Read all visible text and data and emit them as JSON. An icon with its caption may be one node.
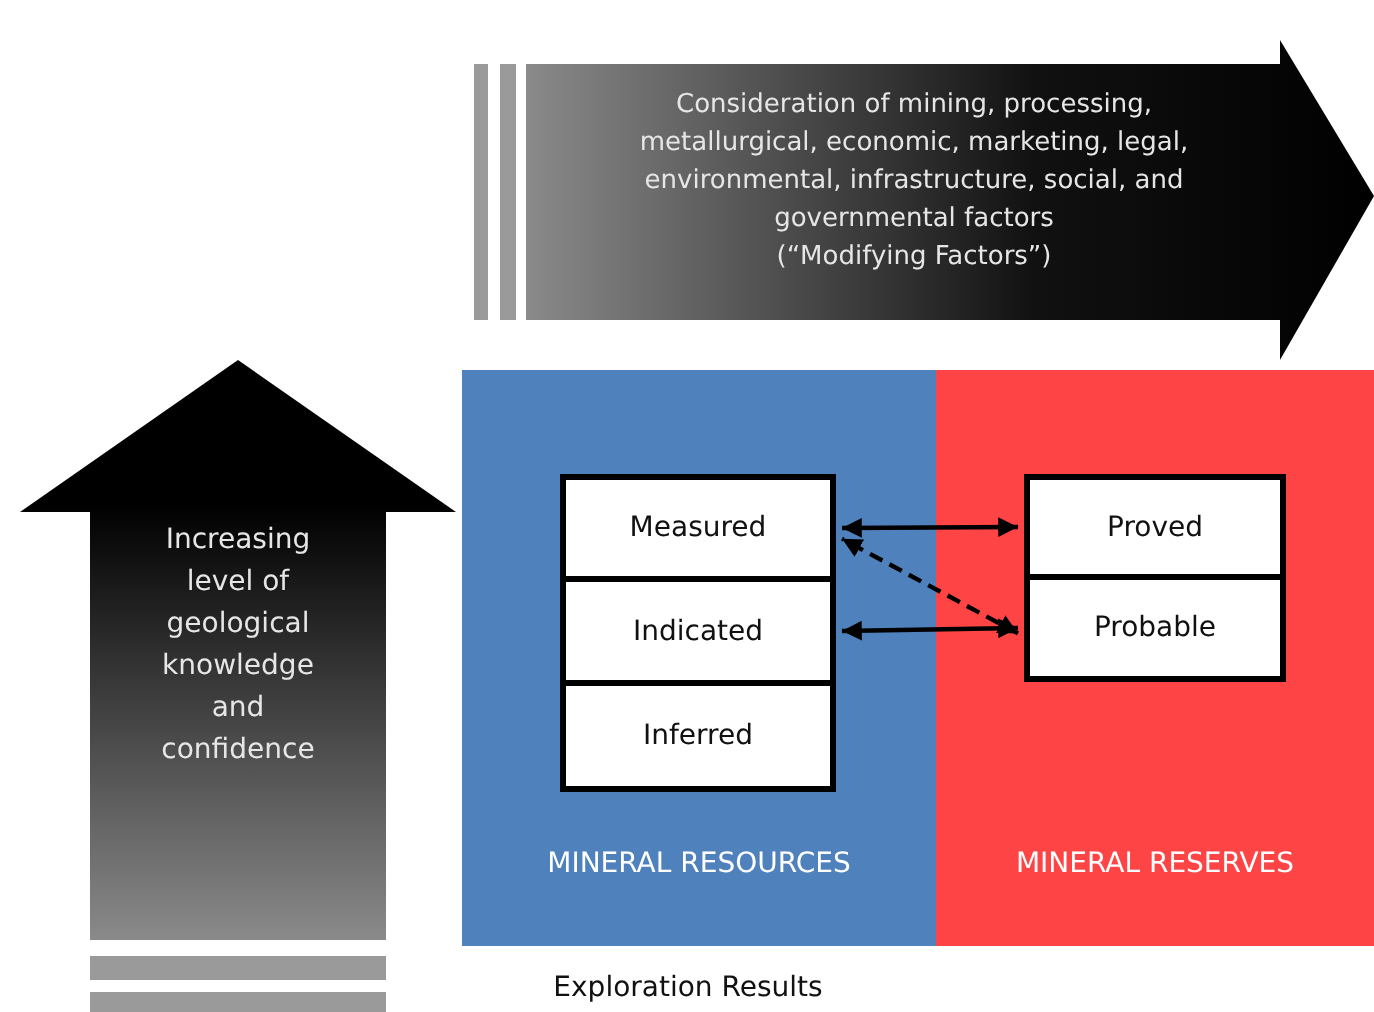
{
  "diagram": {
    "nodes": [
      {
        "text": [
          "Consideration of mining, processing, metallurgical, economic, marketing, legal, environmental,  infrastructure, social, and governmental factors",
          "(“Modifying Factors”)"
        ]
      },
      {
        "text": [
          "Increasing level of geological knowledge and confidence"
        ]
      },
      {
        "text": [
          "MINERAL RESOURCES"
        ]
      },
      {
        "text": [
          "Measured"
        ],
        "in": 2
      },
      {
        "text": [
          "Indicated"
        ],
        "in": 2
      },
      {
        "text": [
          "Inferred"
        ],
        "in": 2
      },
      {
        "text": [
          "MINERAL RESERVES"
        ]
      },
      {
        "text": [
          "Proved"
        ],
        "in": 6
      },
      {
        "text": [
          "Probable"
        ],
        "in": 6
      }
    ],
    "edges": [
      {
        "from": 3,
        "to": 7,
        "arrow": "both"
      },
      {
        "from": 8,
        "to": 3,
        "arrow": "both",
        "style": "dashed"
      },
      {
        "from": 4,
        "to": 8,
        "arrow": "both"
      }
    ],
    "labels": [
      "Exploration Results"
    ]
  }
}
